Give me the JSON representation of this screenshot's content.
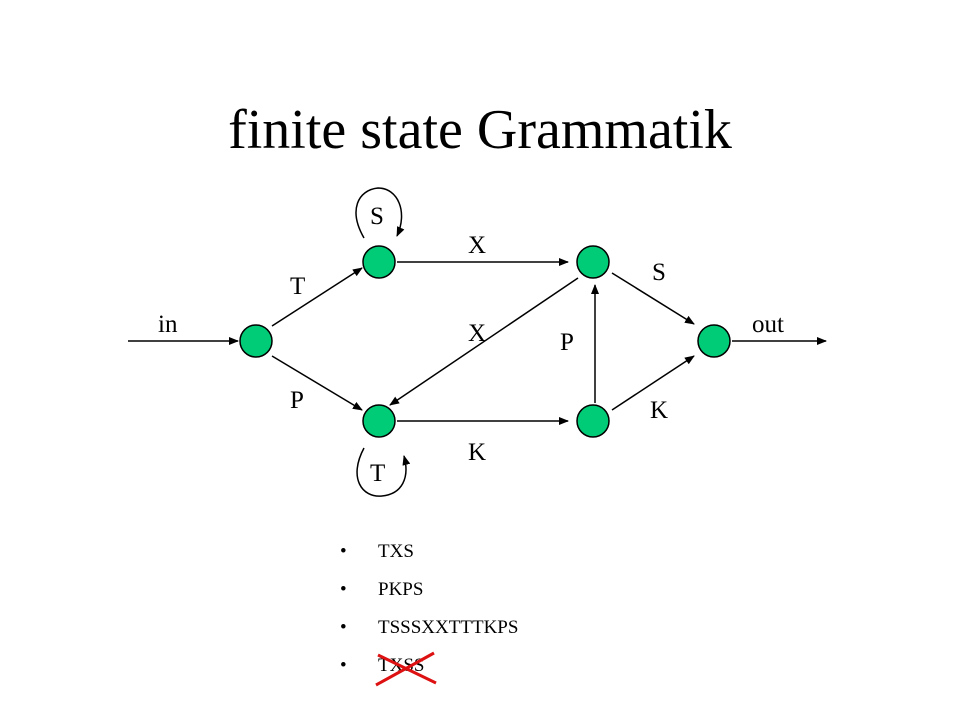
{
  "title": "finite state Grammatik",
  "diagram": {
    "input_label": "in",
    "output_label": "out",
    "edges": {
      "s1_loop": "S",
      "s1_to_s3": "X",
      "start_to_s1": "T",
      "start_to_s2": "P",
      "s3_to_s2": "X",
      "s3_to_end": "S",
      "s4_to_s3": "P",
      "s4_to_end": "K",
      "s2_to_s4": "K",
      "s2_loop": "T"
    },
    "node_color": "#00cc77",
    "strike_color": "#dd1111"
  },
  "examples": [
    {
      "bullet": "•",
      "text": "TXS",
      "rejected": false
    },
    {
      "bullet": "•",
      "text": "PKPS",
      "rejected": false
    },
    {
      "bullet": "•",
      "text": "TSSSXXTTTKPS",
      "rejected": false
    },
    {
      "bullet": "•",
      "text": "TXSS",
      "rejected": true
    }
  ]
}
